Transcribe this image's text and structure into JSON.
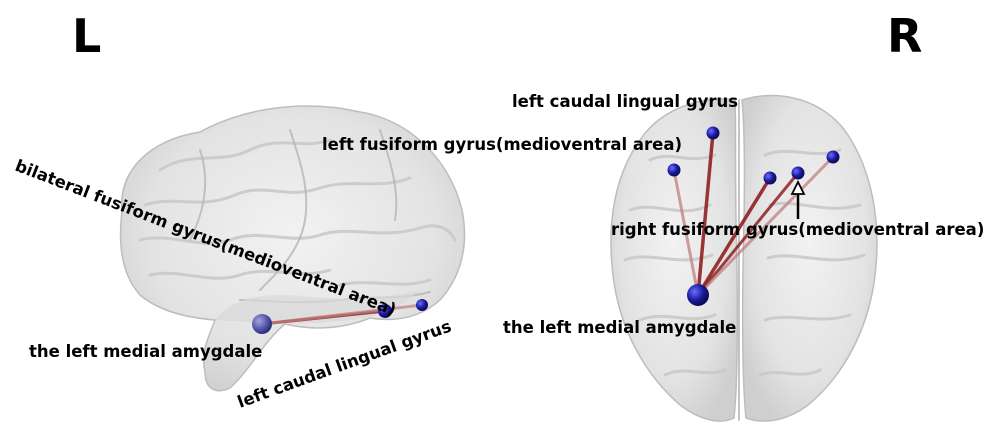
{
  "hemispheres": {
    "left": "L",
    "right": "R"
  },
  "left_view": {
    "labels": {
      "bilateral_fusiform": "bilateral fusiform gyrus(medioventral area)",
      "left_medial_amygdale": "the left medial amygdale",
      "left_caudal_lingual": "left caudal lingual gyrus"
    }
  },
  "right_view": {
    "labels": {
      "left_caudal_lingual": "left caudal lingual gyrus",
      "left_fusiform": "left fusiform gyrus(medioventral area)",
      "right_fusiform": "right fusiform gyrus(medioventral area)",
      "left_medial_amygdale": "the left medial amygdale"
    }
  },
  "colors": {
    "node": "#1a1a9c",
    "edge": "#8b1515",
    "brain_fill": "#e6e6e6"
  }
}
